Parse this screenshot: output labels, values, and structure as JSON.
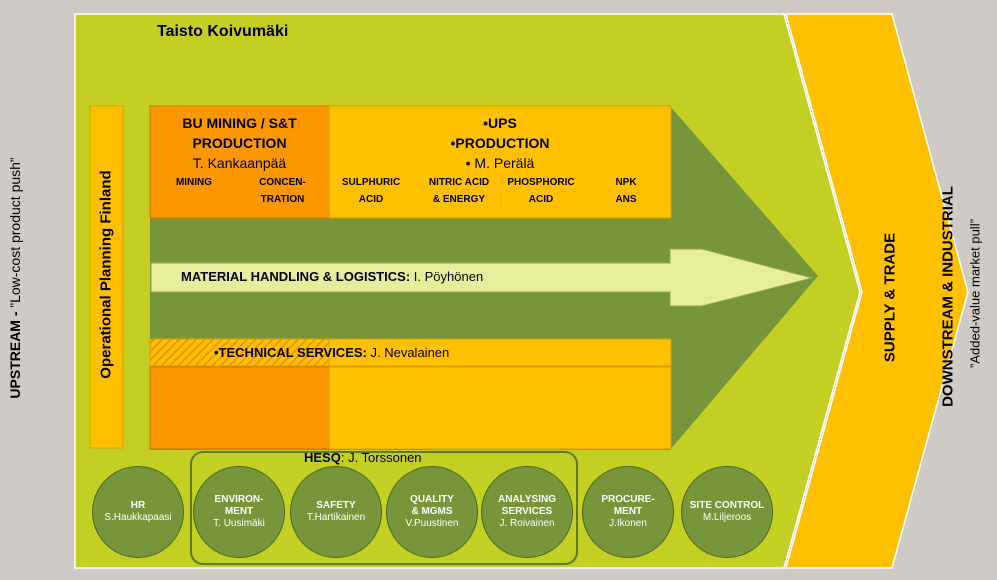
{
  "left_label": {
    "upstream": "UPSTREAM - ",
    "quote": "”Low-cost product push”"
  },
  "main_title": "Taisto Koivumäki",
  "operational_planning": "Operational Planning Finland",
  "bu_mining": {
    "title_line1": "BU MINING / S&T",
    "title_line2": "PRODUCTION",
    "person": "T. Kankaanpää",
    "sub": [
      "MINING",
      "CONCEN-\nTRATION"
    ]
  },
  "ups": {
    "line1": "•UPS",
    "line2": "•PRODUCTION",
    "line3": "• M. Perälä",
    "sub": [
      "SULPHURIC\nACID",
      "NITRIC ACID\n& ENERGY",
      "PHOSPHORIC\nACID",
      "NPK\nANS"
    ]
  },
  "material": {
    "label": "MATERIAL HANDLING & LOGISTICS:",
    "person": " I. Pöyhönen"
  },
  "technical": {
    "label": "•TECHNICAL SERVICES:",
    "person": " J. Nevalainen"
  },
  "hesq": {
    "label": "HESQ",
    "person": ": J. Torssonen"
  },
  "circles": [
    {
      "label": "HR",
      "person": "S.Haukkapaasi"
    },
    {
      "label": "ENVIRON-\nMENT",
      "person": "T. Uusimäki"
    },
    {
      "label": "SAFETY",
      "person": "T.Hartikainen"
    },
    {
      "label": "QUALITY\n& MGMS",
      "person": "V.Puustinen"
    },
    {
      "label": "ANALYSING\nSERVICES",
      "person": "J. Roivainen"
    },
    {
      "label": "PROCURE-\nMENT",
      "person": "J.Ikonen"
    },
    {
      "label": "SITE CONTROL",
      "person": "M.Liljeroos"
    }
  ],
  "supply_trade": "SUPPLY & TRADE",
  "downstream": "DOWNSTREAM & INDUSTRIAL",
  "downstream_quote": "”Added-value market pull”",
  "colors": {
    "lime": "#c4cf24",
    "green": "#77953a",
    "orange": "#fa9600",
    "yellow": "#ffc000",
    "light": "#e6ee9b"
  }
}
